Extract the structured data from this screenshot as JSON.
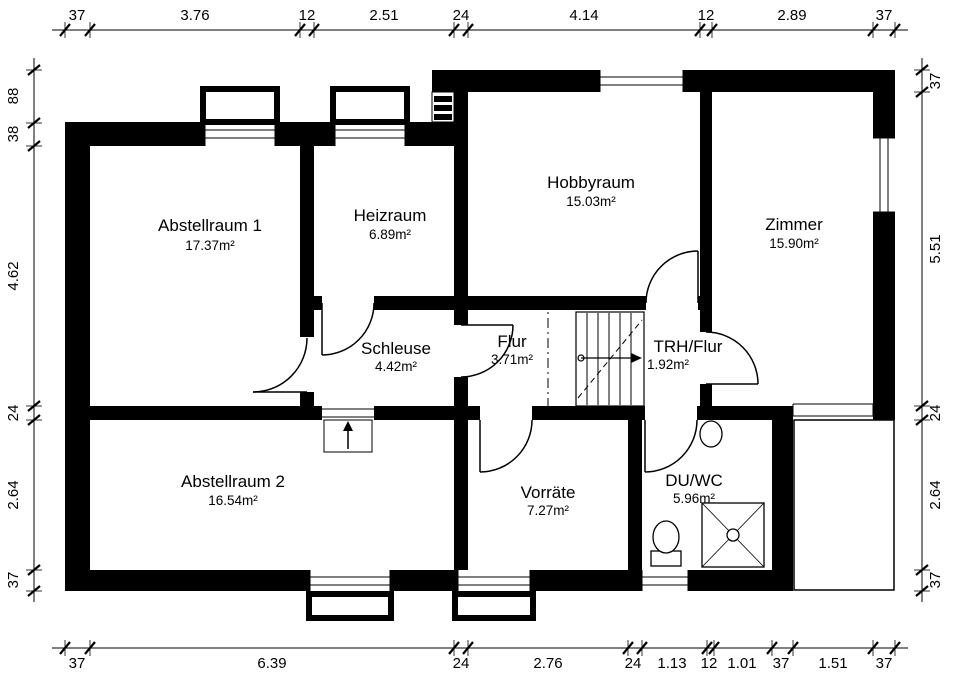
{
  "plan": {
    "rooms": [
      {
        "name": "Abstellraum 1",
        "area": "17.37m²"
      },
      {
        "name": "Heizraum",
        "area": "6.89m²"
      },
      {
        "name": "Hobbyraum",
        "area": "15.03m²"
      },
      {
        "name": "Zimmer",
        "area": "15.90m²"
      },
      {
        "name": "Schleuse",
        "area": "4.42m²"
      },
      {
        "name": "Flur",
        "area": "3.71m²"
      },
      {
        "name": "TRH/Flur",
        "area": "1.92m²"
      },
      {
        "name": "Abstellraum 2",
        "area": "16.54m²"
      },
      {
        "name": "Vorräte",
        "area": "7.27m²"
      },
      {
        "name": "DU/WC",
        "area": "5.96m²"
      }
    ],
    "dimensions": {
      "top": [
        "37",
        "3.76",
        "12",
        "2.51",
        "24",
        "4.14",
        "12",
        "2.89",
        "37"
      ],
      "bottom": [
        "37",
        "6.39",
        "24",
        "2.76",
        "24",
        "1.13",
        "12",
        "1.01",
        "37",
        "1.51",
        "37"
      ],
      "left": [
        "88",
        "38",
        "4.62",
        "24",
        "2.64",
        "37"
      ],
      "right": [
        "37",
        "5.51",
        "24",
        "2.64",
        "37"
      ]
    },
    "colors": {
      "wall": "#000000",
      "background": "#ffffff"
    }
  }
}
